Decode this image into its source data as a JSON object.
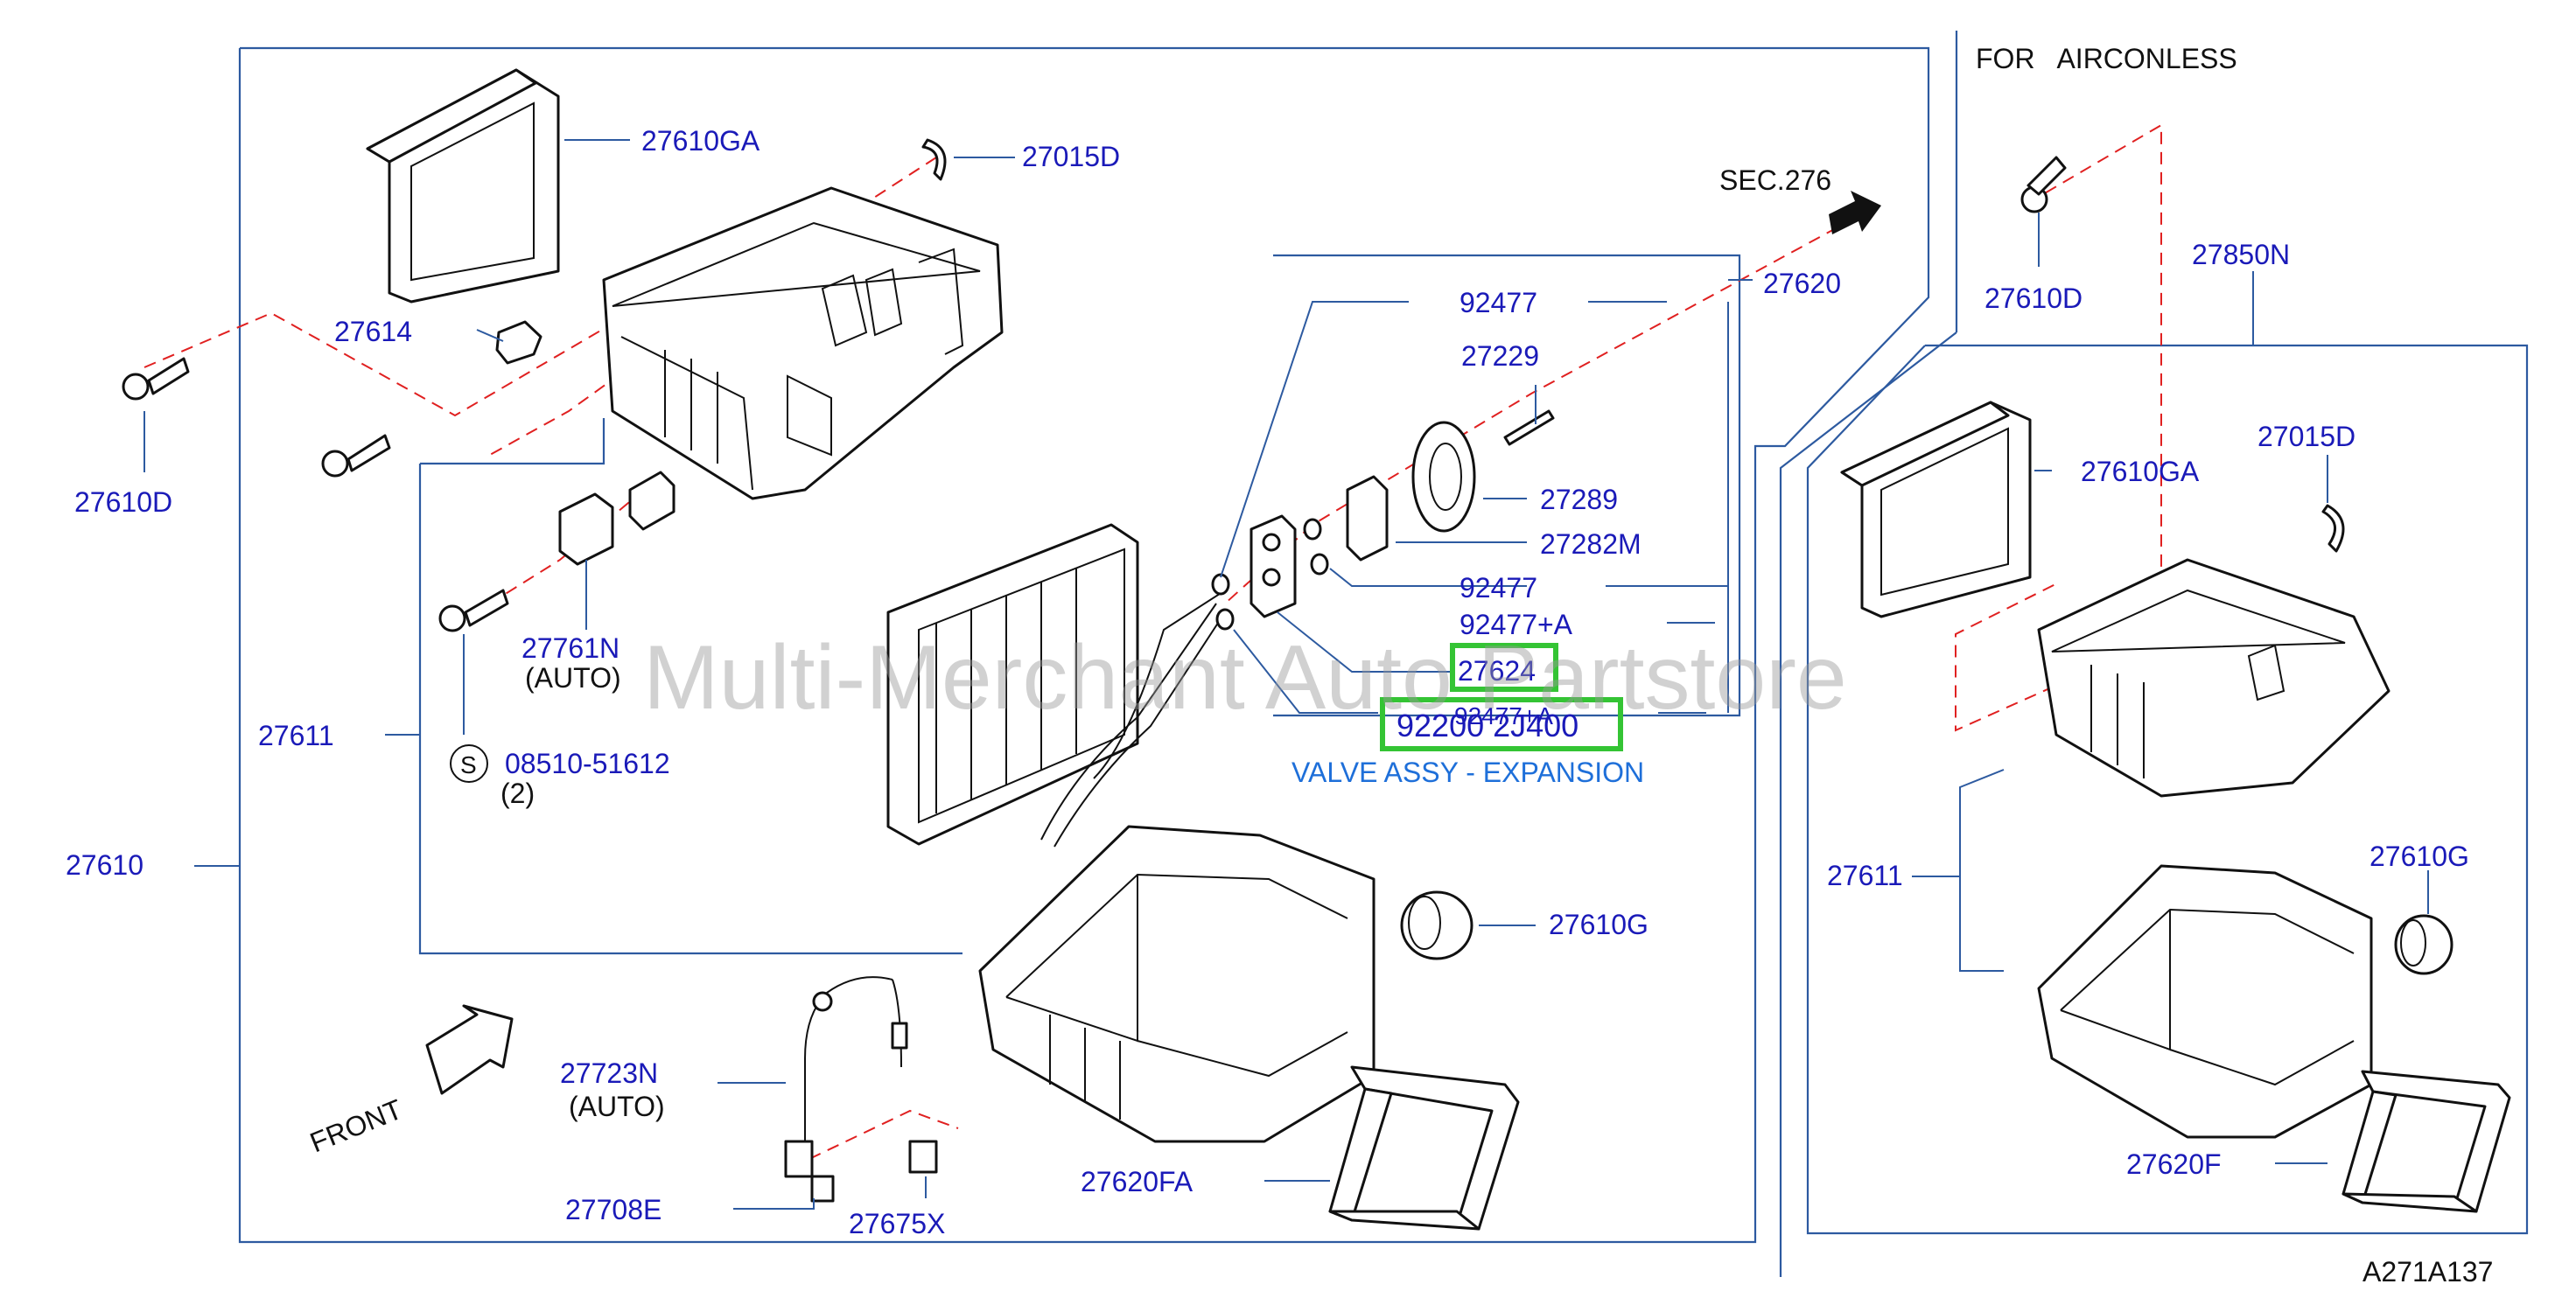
{
  "diagram": {
    "labels": {
      "p27610GA_left": "27610GA",
      "p27015D_left": "27015D",
      "sec276": "SEC.276",
      "p27614": "27614",
      "p27620": "27620",
      "p92477_top": "92477",
      "p27229": "27229",
      "p27610D_left": "27610D",
      "p27289": "27289",
      "p27282M": "27282M",
      "p92477_mid": "92477",
      "p92477A_1": "92477+A",
      "p27624": "27624",
      "p92477A_2": "92477+A",
      "p92200": "92200 2J400",
      "valve_desc": "VALVE ASSY - EXPANSION",
      "p27761N": "27761N",
      "auto_1": "(AUTO)",
      "p27611_left": "27611",
      "screw_s": "S",
      "p08510": "08510-51612",
      "qty2": "(2)",
      "p27610": "27610",
      "p27610G_left": "27610G",
      "p27723N": "27723N",
      "auto_2": "(AUTO)",
      "front": "FRONT",
      "p27708E": "27708E",
      "p27675X": "27675X",
      "p27620FA": "27620FA",
      "for_airconless": "FOR   AIRCONLESS",
      "p27610D_right": "27610D",
      "p27850N": "27850N",
      "p27015D_right": "27015D",
      "p27610GA_right": "27610GA",
      "p27611_right": "27611",
      "p27610G_right": "27610G",
      "p27620F": "27620F",
      "diagram_code": "A271A137"
    },
    "watermark": "Multi-Merchant Auto Partstore",
    "colors": {
      "label_blue": "#1a1ab8",
      "frame_blue": "#2d5aa0",
      "dashed_red": "#e02020",
      "highlight_green": "#34c434",
      "valve_text_blue": "#1e6fd9"
    }
  }
}
